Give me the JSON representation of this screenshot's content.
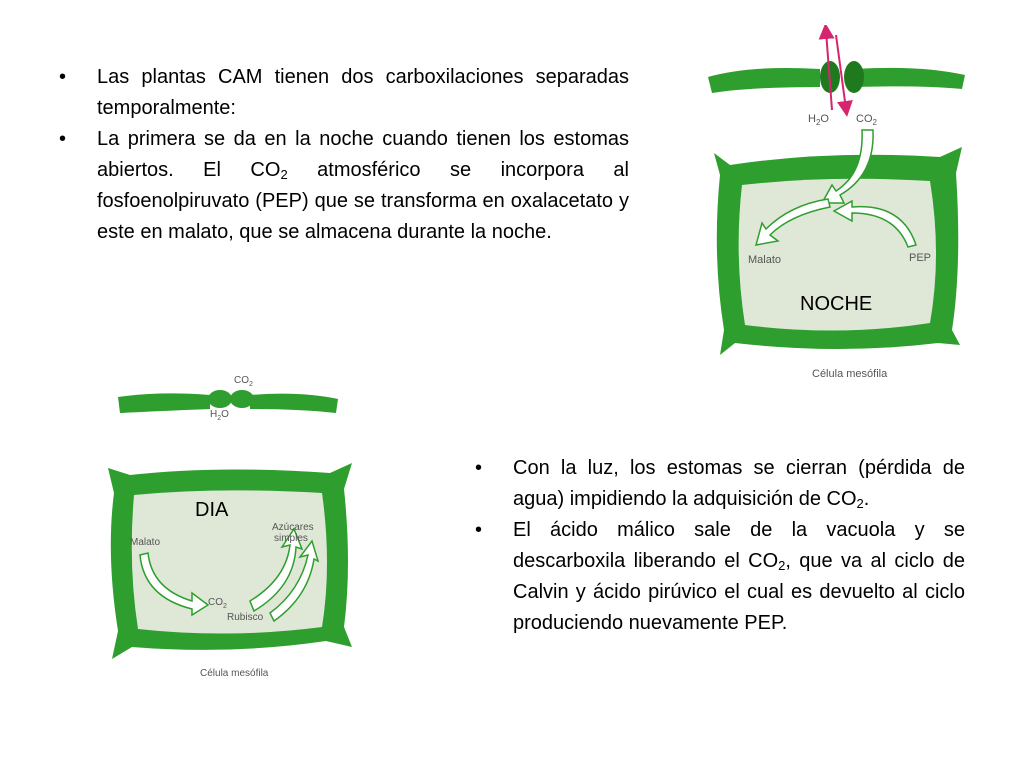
{
  "slide": {
    "top_bullets": [
      {
        "text": "Las plantas CAM tienen dos carboxilaciones separadas temporalmente:"
      },
      {
        "pre": "La primera se da en la noche cuando tienen los estomas abiertos. El CO",
        "sub": "2",
        "post": " atmosférico se incorpora al fosfoenolpiruvato (PEP) que se transforma en oxalacetato y este en malato,  que se almacena durante la noche."
      }
    ],
    "bottom_bullets": [
      {
        "pre": "Con la luz, los estomas se cierran (pérdida de agua) impidiendo la adquisición de CO",
        "sub": "2",
        "post": "."
      },
      {
        "pre": "El ácido málico sale de la vacuola y se descarboxila liberando el CO",
        "sub": "2",
        "post": ", que va al ciclo de Calvin y ácido pirúvico el cual es devuelto al ciclo produciendo nuevamente PEP."
      }
    ]
  },
  "night_figure": {
    "h2o": "H",
    "h2o_sub": "2",
    "h2o_end": "O",
    "co2": "CO",
    "co2_sub": "2",
    "malato": "Malato",
    "pep": "PEP",
    "overlay_label": "NOCHE",
    "caption": "Célula mesófila"
  },
  "day_figure": {
    "co2": "CO",
    "co2_sub": "2",
    "h2o": "H",
    "h2o_sub": "2",
    "h2o_end": "O",
    "malato": "Malato",
    "sugars_line1": "Azúcares",
    "sugars_line2": "simples",
    "co2_inner": "CO",
    "co2_inner_sub": "2",
    "rubisco": "Rubisco",
    "overlay_label": "DIA",
    "caption": "Célula mesófila"
  },
  "colors": {
    "cell_green": "#2e9e2e",
    "cell_green_dark": "#1f7a1f",
    "cytoplasm": "#dfe8d6",
    "arrow_pink": "#d6246e",
    "label_gray": "#555555"
  }
}
